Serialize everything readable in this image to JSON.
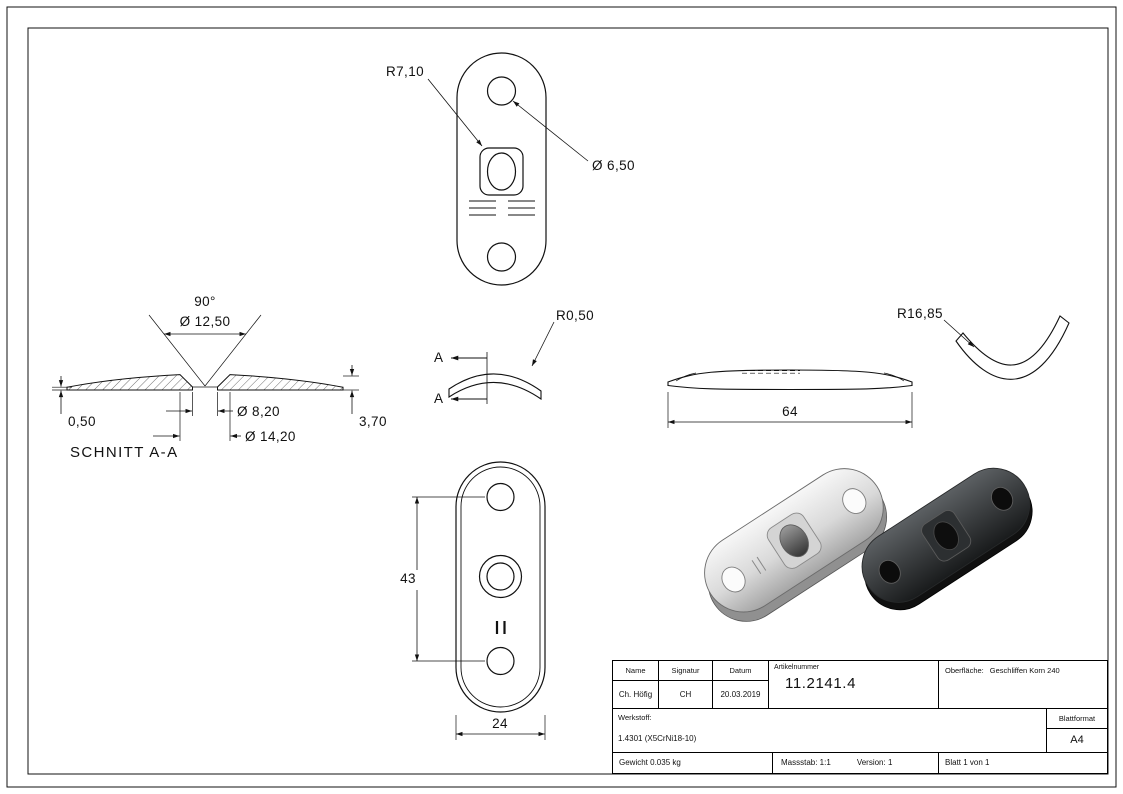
{
  "colors": {
    "background": "#ffffff",
    "line": "#111111",
    "iso_light_fill": "#d9d9d9",
    "iso_dark_fill": "#3a3d3f"
  },
  "annotations": {
    "top_view": {
      "corner_radius": "R7,10",
      "hole_diameter": "Ø 6,50"
    },
    "section_view": {
      "countersink_angle": "90°",
      "countersink_diameter": "Ø 12,50",
      "edge_thickness": "0,50",
      "hole_diameter": "Ø 8,20",
      "total_thickness": "3,70",
      "top_diameter": "Ø 14,20",
      "title": "SCHNITT A-A"
    },
    "cut_line": {
      "label_top": "A",
      "label_bottom": "A",
      "edge_radius": "R0,50"
    },
    "side_view": {
      "length": "64"
    },
    "profile_view": {
      "radius": "R16,85"
    },
    "front_view": {
      "hole_spacing": "43",
      "width": "24"
    }
  },
  "title_block": {
    "header": {
      "name": "Name",
      "signature": "Signatur",
      "date": "Datum",
      "article": "Artikelnummer",
      "surface_label": "Oberfläche:",
      "surface_value": "Geschliffen Korn 240"
    },
    "values": {
      "name": "Ch. Höfig",
      "signature": "CH",
      "date": "20.03.2019",
      "article_number": "11.2141.4"
    },
    "material": {
      "label": "Werkstoff:",
      "value": "1.4301 (X5CrNi18-10)"
    },
    "format": {
      "label": "Blattformat",
      "value": "A4"
    },
    "footer": {
      "weight": "Gewicht 0.035 kg",
      "scale": "Massstab: 1:1",
      "version": "Version: 1",
      "sheet": "Blatt 1 von 1"
    }
  }
}
